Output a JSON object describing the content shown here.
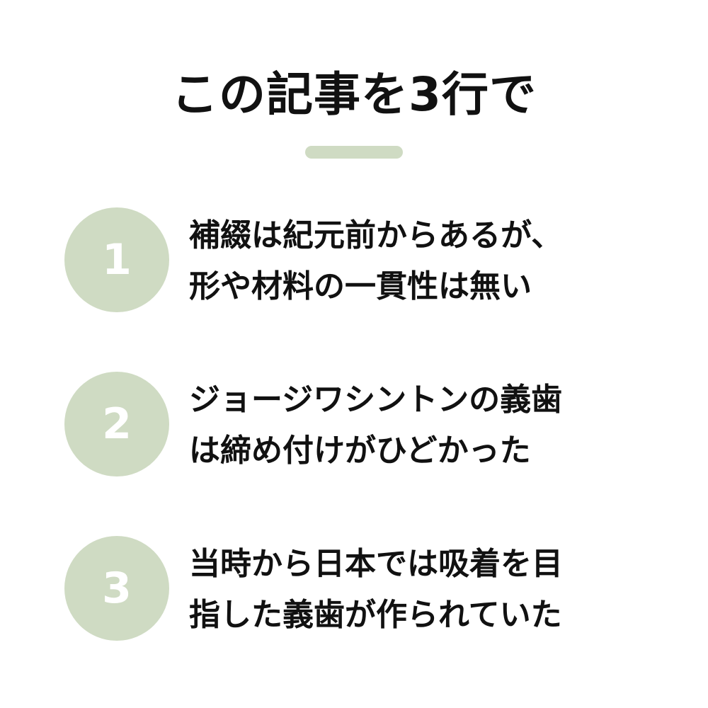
{
  "title": "この記事を3行で",
  "accent_color": "#cfdbc3",
  "items": [
    {
      "number": "1",
      "lines": [
        "補綴は紀元前からあるが、",
        "形や材料の一貫性は無い"
      ]
    },
    {
      "number": "2",
      "lines": [
        "ジョージワシントンの義歯",
        "は締め付けがひどかった"
      ]
    },
    {
      "number": "3",
      "lines": [
        "当時から日本では吸着を目",
        "指した義歯が作られていた"
      ]
    }
  ]
}
